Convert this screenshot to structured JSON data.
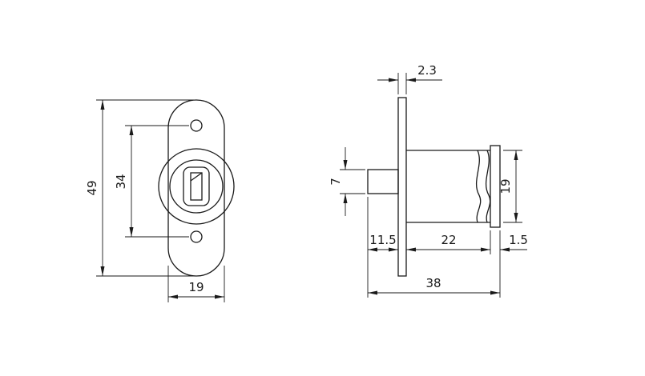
{
  "drawing": {
    "views": {
      "front": {
        "dims": {
          "overall_height": "49",
          "hole_spacing": "34",
          "flange_width": "19"
        }
      },
      "side": {
        "dims": {
          "flange_thickness": "2.3",
          "plunger_diameter": "7",
          "body_diameter": "19",
          "plunger_protrusion": "11.5",
          "body_length": "22",
          "cam_thickness": "1.5",
          "overall_length": "38"
        }
      }
    },
    "colors": {
      "line": "#1a1a1a",
      "background": "#ffffff"
    }
  }
}
